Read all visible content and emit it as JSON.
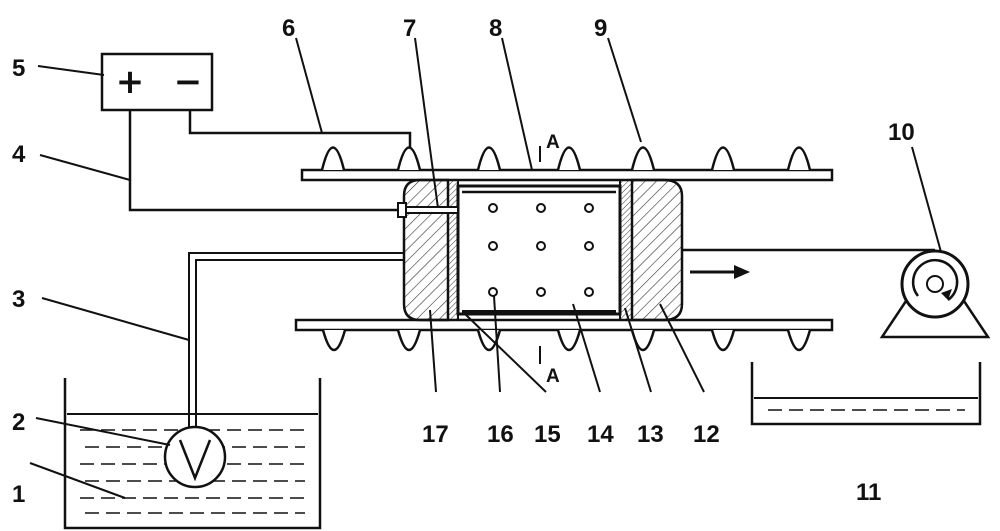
{
  "power_supply": {
    "positive_symbol": "+",
    "negative_symbol": "−"
  },
  "section_labels": {
    "top": "A",
    "bottom": "A"
  },
  "component_labels": [
    "1",
    "2",
    "3",
    "4",
    "5",
    "6",
    "7",
    "8",
    "9",
    "10",
    "11",
    "12",
    "13",
    "14",
    "15",
    "16",
    "17"
  ],
  "colors": {
    "line": "#111111",
    "background": "#ffffff"
  },
  "icons": [
    "pump-icon",
    "roller-icon",
    "arrow-right-icon",
    "electrode-icon"
  ]
}
